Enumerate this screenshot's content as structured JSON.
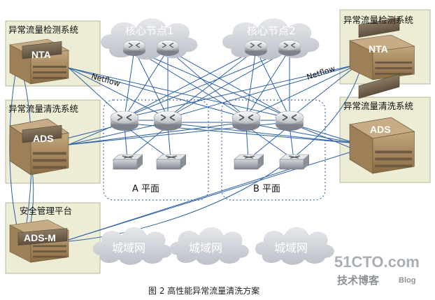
{
  "boxes": {
    "detect_left": "异常流量检测系统",
    "clean_left": "异常流量清洗系统",
    "mgmt": "安全管理平台",
    "detect_right": "异常流量检测系统",
    "clean_right": "异常流量清洗系统"
  },
  "devices": {
    "nta_left": "NTA",
    "ads_left": "ADS",
    "adsm": "ADS-M",
    "nta_right": "NTA",
    "ads_right": "ADS"
  },
  "clouds": {
    "core1": "核心节点1",
    "core2": "核心节点2",
    "metro1": "城域网",
    "metro2": "城域网",
    "metro3": "城域网"
  },
  "links": {
    "netflow_left": "Netflow",
    "netflow_right": "Netflow"
  },
  "planes": {
    "a": "A 平面",
    "b": "B 平面"
  },
  "caption": "图 2 高性能异常流量清洗方案",
  "watermark": {
    "site": "51CTO.com",
    "blog_cn": "技术博客",
    "blog_en": "Blog"
  },
  "colors": {
    "box_bg": "#ecedd4",
    "box_border": "#b8b89c",
    "cloud": "#d3d6dd",
    "link_blue": "#2e62a8",
    "router": "#9fa4ab",
    "device_body": "#a88a5e",
    "device_panel": "#7a6a52",
    "plane_border": "#4a6fa0"
  }
}
